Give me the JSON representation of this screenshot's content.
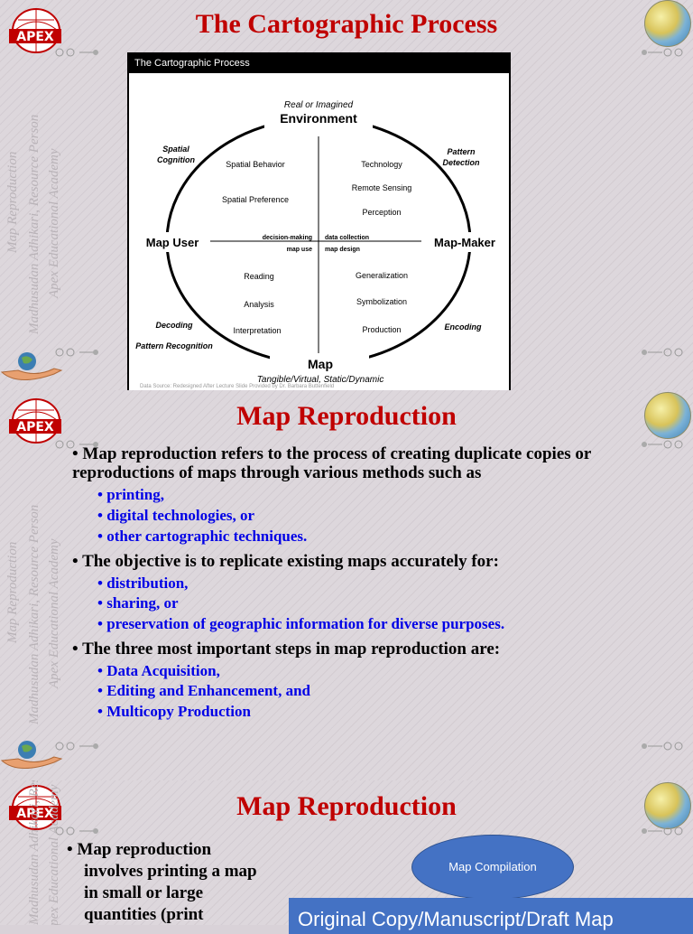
{
  "slide1": {
    "title": "The Cartographic Process",
    "watermark_1": "Madhusudan Adhikari, Resource Person",
    "watermark_2": "Apex Educational Academy",
    "watermark_3": "Map Reproduction",
    "diagram": {
      "header": "The Cartographic Process",
      "top_sub": "Real or Imagined",
      "top": "Environment",
      "left": "Map User",
      "right": "Map-Maker",
      "bottom": "Map",
      "bottom_sub": "Tangible/Virtual, Static/Dynamic",
      "spatial_cognition": [
        "Spatial",
        "Cognition"
      ],
      "pattern_detection": [
        "Pattern",
        "Detection"
      ],
      "decoding": "Decoding",
      "pattern_recognition": "Pattern Recognition",
      "encoding": "Encoding",
      "q1": [
        "Spatial Behavior",
        "Spatial Preference"
      ],
      "q2": [
        "Technology",
        "Remote Sensing",
        "Perception"
      ],
      "q3": [
        "Reading",
        "Analysis",
        "Interpretation"
      ],
      "q4": [
        "Generalization",
        "Symbolization",
        "Production"
      ],
      "decision_making": "decision-making",
      "map_use": "map use",
      "data_collection": "data collection",
      "map_design": "map design",
      "source": "Data Source: Redesigned After Lecture Slide Provided by Dr. Barbara Buttenfield"
    }
  },
  "slide2": {
    "title": "Map Reproduction",
    "bullet1": "Map reproduction refers to the process of creating duplicate copies or reproductions of maps through various methods such as",
    "sub1": [
      "printing,",
      "digital technologies, or",
      "other cartographic techniques."
    ],
    "bullet2": "The objective is to replicate existing maps accurately for:",
    "sub2": [
      "distribution,",
      "sharing, or",
      "preservation of geographic information for diverse purposes."
    ],
    "bullet3": "The three most important steps in map reproduction are:",
    "sub3": [
      "Data Acquisition,",
      "Editing and Enhancement, and",
      "Multicopy Production"
    ]
  },
  "slide3": {
    "title": "Map Reproduction",
    "bullet1_lines": [
      "Map reproduction",
      "involves printing a map",
      "in small or large",
      "quantities (print"
    ],
    "compile_label": "Map Compilation",
    "orig_label": "Original Copy/Manuscript/Draft Map"
  },
  "logo_text": "APEX"
}
